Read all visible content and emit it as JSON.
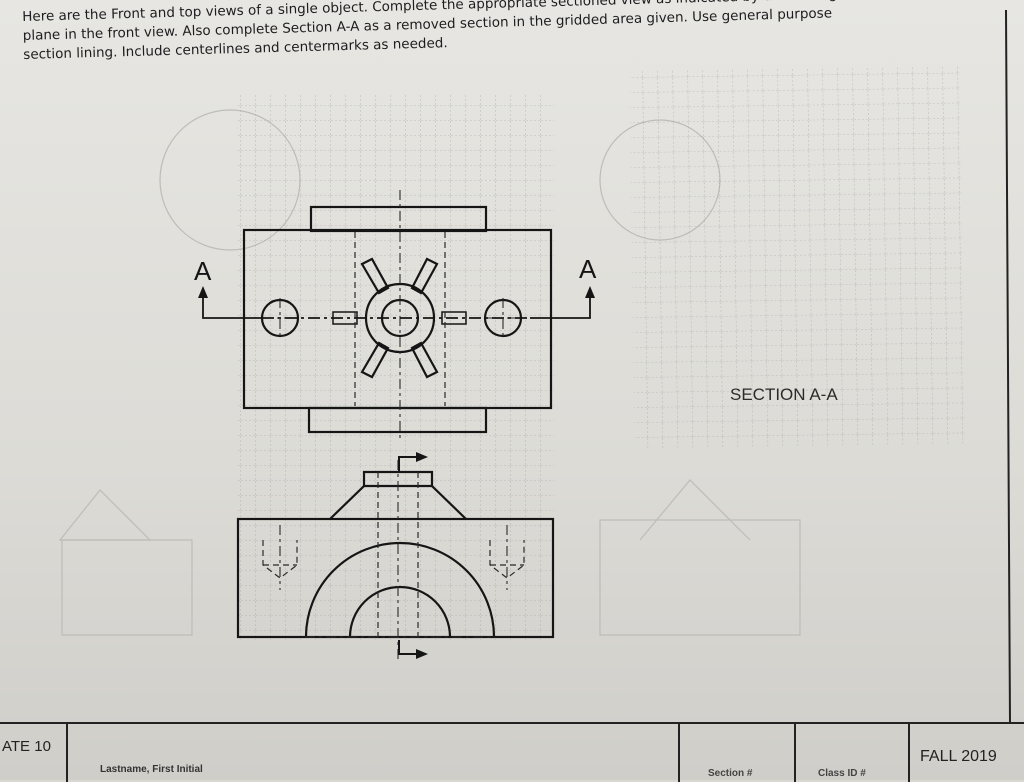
{
  "instructions": {
    "line1": "Here are the Front and top views of a single object. Complete the appropriate sectioned view as indicated by the cutting",
    "line2": "plane in the front view. Also complete Section A-A as a removed section in the gridded area given. Use general purpose",
    "line3": "section lining. Include centerlines and centermarks as needed."
  },
  "drawing": {
    "cutting_plane_left_label": "A",
    "cutting_plane_right_label": "A",
    "section_label": "SECTION A-A"
  },
  "title_block": {
    "plate": "ATE 10",
    "name_label": "Lastname, First Initial",
    "section_label": "Section #",
    "class_id_label": "Class ID #",
    "term": "FALL 2019"
  }
}
